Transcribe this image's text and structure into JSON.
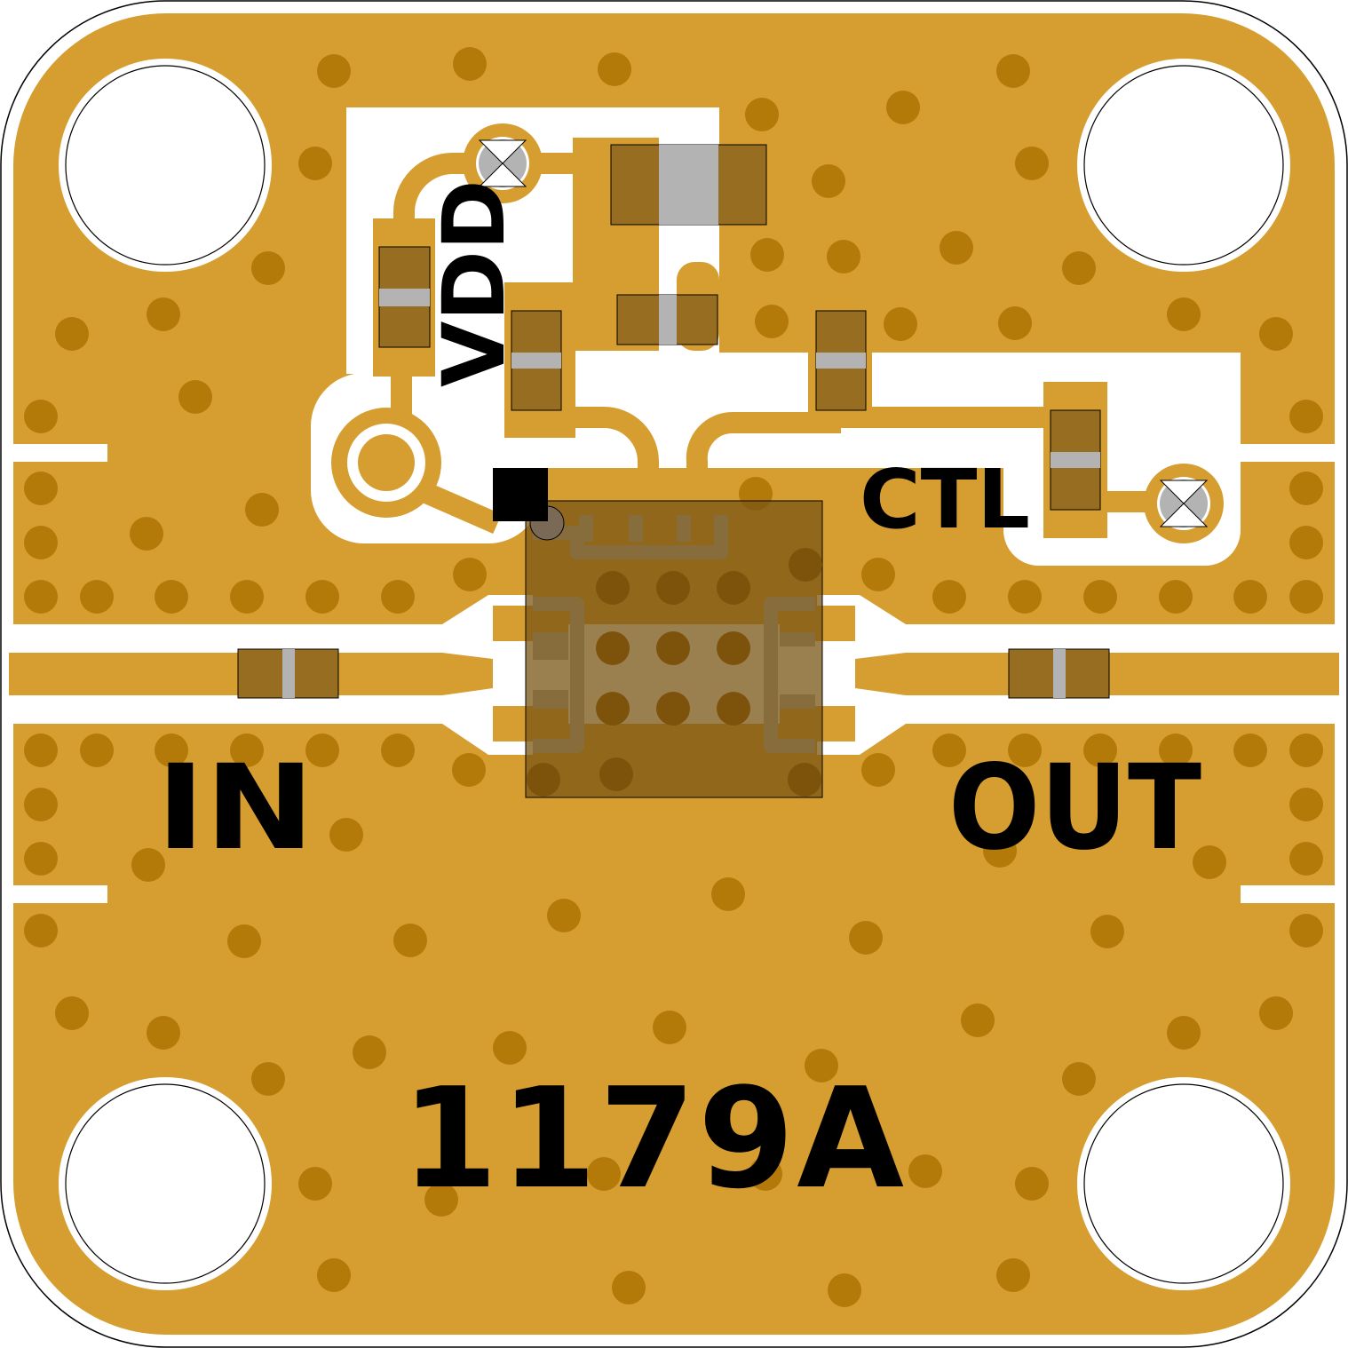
{
  "board": {
    "part_number": "1179A",
    "labels": {
      "vdd": "VDD",
      "ctl": "CTL",
      "input": "IN",
      "output": "OUT"
    }
  },
  "colors": {
    "copper": "#D69E30",
    "via": "#B37A0A",
    "component": "#966D21",
    "pad": "#B3B3B3",
    "chip_via": "#7D520A"
  }
}
